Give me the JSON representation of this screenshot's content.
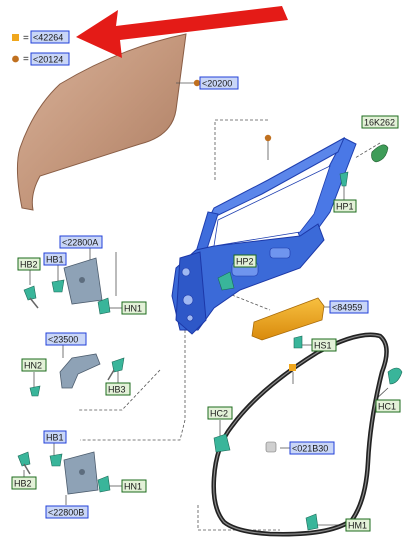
{
  "legend": {
    "square_color": "#f0a71d",
    "circle_color": "#c0701f",
    "square_code": "<42264",
    "circle_code": "<20124",
    "eq": "="
  },
  "callouts": {
    "door_skin": "<20200",
    "mirror_cover": "16K262",
    "hp1": "HP1",
    "hp2": "HP2",
    "hinge_upper": "<22800A",
    "hb2_upper": "HB2",
    "hb1_upper": "HB1",
    "hn1_upper": "HN1",
    "trim_strip": "<84959",
    "hs1": "HS1",
    "check_arm": "<23500",
    "hn2": "HN2",
    "hb3": "HB3",
    "hc1": "HC1",
    "hc2": "HC2",
    "grommet": "<021B30",
    "hb1_lower": "HB1",
    "hb2_lower": "HB2",
    "hn1_lower": "HN1",
    "hinge_lower": "<22800B",
    "hm1": "HM1"
  },
  "colors": {
    "blue_box": "#c9d6f7",
    "blue_border": "#2240d8",
    "green_box": "#e3f1d8",
    "green_border": "#1c6b1c",
    "frame_blue": "#3d6fe0",
    "skin": "#c99a7f",
    "teal": "#39b59a",
    "red_arrow": "#e41b17",
    "strip_orange": "#f0a010"
  },
  "icons": [
    "red-arrow-icon",
    "square-marker-icon",
    "circle-marker-icon"
  ]
}
